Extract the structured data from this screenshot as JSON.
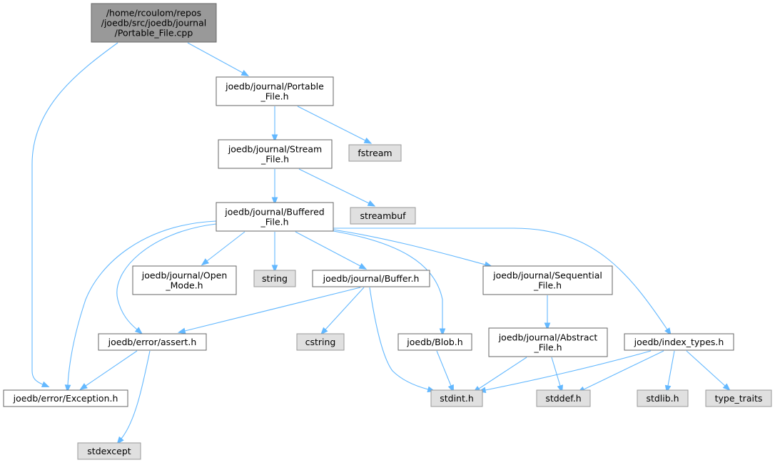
{
  "nodes": {
    "portable_cpp": {
      "lines": [
        "/home/rcoulom/repos",
        "/joedb/src/joedb/journal",
        "/Portable_File.cpp"
      ]
    },
    "portable_h": {
      "lines": [
        "joedb/journal/Portable",
        "_File.h"
      ]
    },
    "fstream": {
      "lines": [
        "fstream"
      ]
    },
    "stream_h": {
      "lines": [
        "joedb/journal/Stream",
        "_File.h"
      ]
    },
    "streambuf": {
      "lines": [
        "streambuf"
      ]
    },
    "buffered_h": {
      "lines": [
        "joedb/journal/Buffered",
        "_File.h"
      ]
    },
    "open_mode_h": {
      "lines": [
        "joedb/journal/Open",
        "_Mode.h"
      ]
    },
    "string": {
      "lines": [
        "string"
      ]
    },
    "buffer_h": {
      "lines": [
        "joedb/journal/Buffer.h"
      ]
    },
    "sequential_h": {
      "lines": [
        "joedb/journal/Sequential",
        "_File.h"
      ]
    },
    "assert_h": {
      "lines": [
        "joedb/error/assert.h"
      ]
    },
    "cstring": {
      "lines": [
        "cstring"
      ]
    },
    "blob_h": {
      "lines": [
        "joedb/Blob.h"
      ]
    },
    "abstract_h": {
      "lines": [
        "joedb/journal/Abstract",
        "_File.h"
      ]
    },
    "index_types_h": {
      "lines": [
        "joedb/index_types.h"
      ]
    },
    "exception_h": {
      "lines": [
        "joedb/error/Exception.h"
      ]
    },
    "stdint_h": {
      "lines": [
        "stdint.h"
      ]
    },
    "stddef_h": {
      "lines": [
        "stddef.h"
      ]
    },
    "stdlib_h": {
      "lines": [
        "stdlib.h"
      ]
    },
    "type_traits": {
      "lines": [
        "type_traits"
      ]
    },
    "stdexcept": {
      "lines": [
        "stdexcept"
      ]
    }
  },
  "edges": [
    [
      "portable_cpp",
      "portable_h"
    ],
    [
      "portable_cpp",
      "exception_h"
    ],
    [
      "portable_h",
      "stream_h"
    ],
    [
      "portable_h",
      "fstream"
    ],
    [
      "stream_h",
      "buffered_h"
    ],
    [
      "stream_h",
      "streambuf"
    ],
    [
      "buffered_h",
      "open_mode_h"
    ],
    [
      "buffered_h",
      "string"
    ],
    [
      "buffered_h",
      "buffer_h"
    ],
    [
      "buffered_h",
      "sequential_h"
    ],
    [
      "buffered_h",
      "assert_h"
    ],
    [
      "buffered_h",
      "exception_h"
    ],
    [
      "buffered_h",
      "blob_h"
    ],
    [
      "buffered_h",
      "index_types_h"
    ],
    [
      "buffer_h",
      "assert_h"
    ],
    [
      "buffer_h",
      "cstring"
    ],
    [
      "buffer_h",
      "stdint_h"
    ],
    [
      "sequential_h",
      "abstract_h"
    ],
    [
      "assert_h",
      "exception_h"
    ],
    [
      "assert_h",
      "stdexcept"
    ],
    [
      "blob_h",
      "stdint_h"
    ],
    [
      "abstract_h",
      "stdint_h"
    ],
    [
      "abstract_h",
      "stddef_h"
    ],
    [
      "index_types_h",
      "stdint_h"
    ],
    [
      "index_types_h",
      "stddef_h"
    ],
    [
      "index_types_h",
      "stdlib_h"
    ],
    [
      "index_types_h",
      "type_traits"
    ],
    [
      "exception_h",
      "stdexcept"
    ]
  ],
  "colors": {
    "edge": "#63b8ff",
    "root_fill": "#999999",
    "root_stroke": "#666666",
    "file_fill": "#ffffff",
    "file_stroke": "#666666",
    "system_fill": "#e0e0e0",
    "system_stroke": "#999999"
  }
}
